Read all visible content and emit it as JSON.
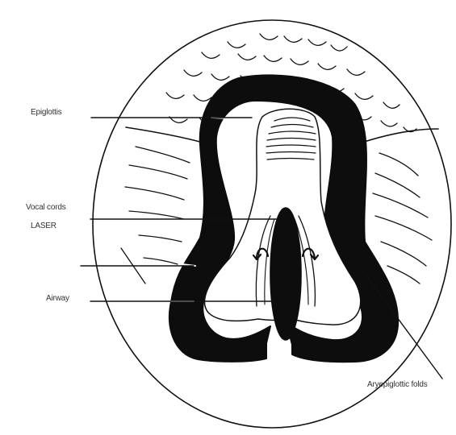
{
  "labels": {
    "epiglottis": "Epiglottis",
    "vocal_cords": "Vocal cords",
    "laser": "LASER",
    "airway": "Airway",
    "aryepiglottic_folds": "Aryepiglottic folds"
  },
  "colors": {
    "ink": "#111111",
    "tissue_dark": "#0d0d0d",
    "background": "#ffffff"
  }
}
